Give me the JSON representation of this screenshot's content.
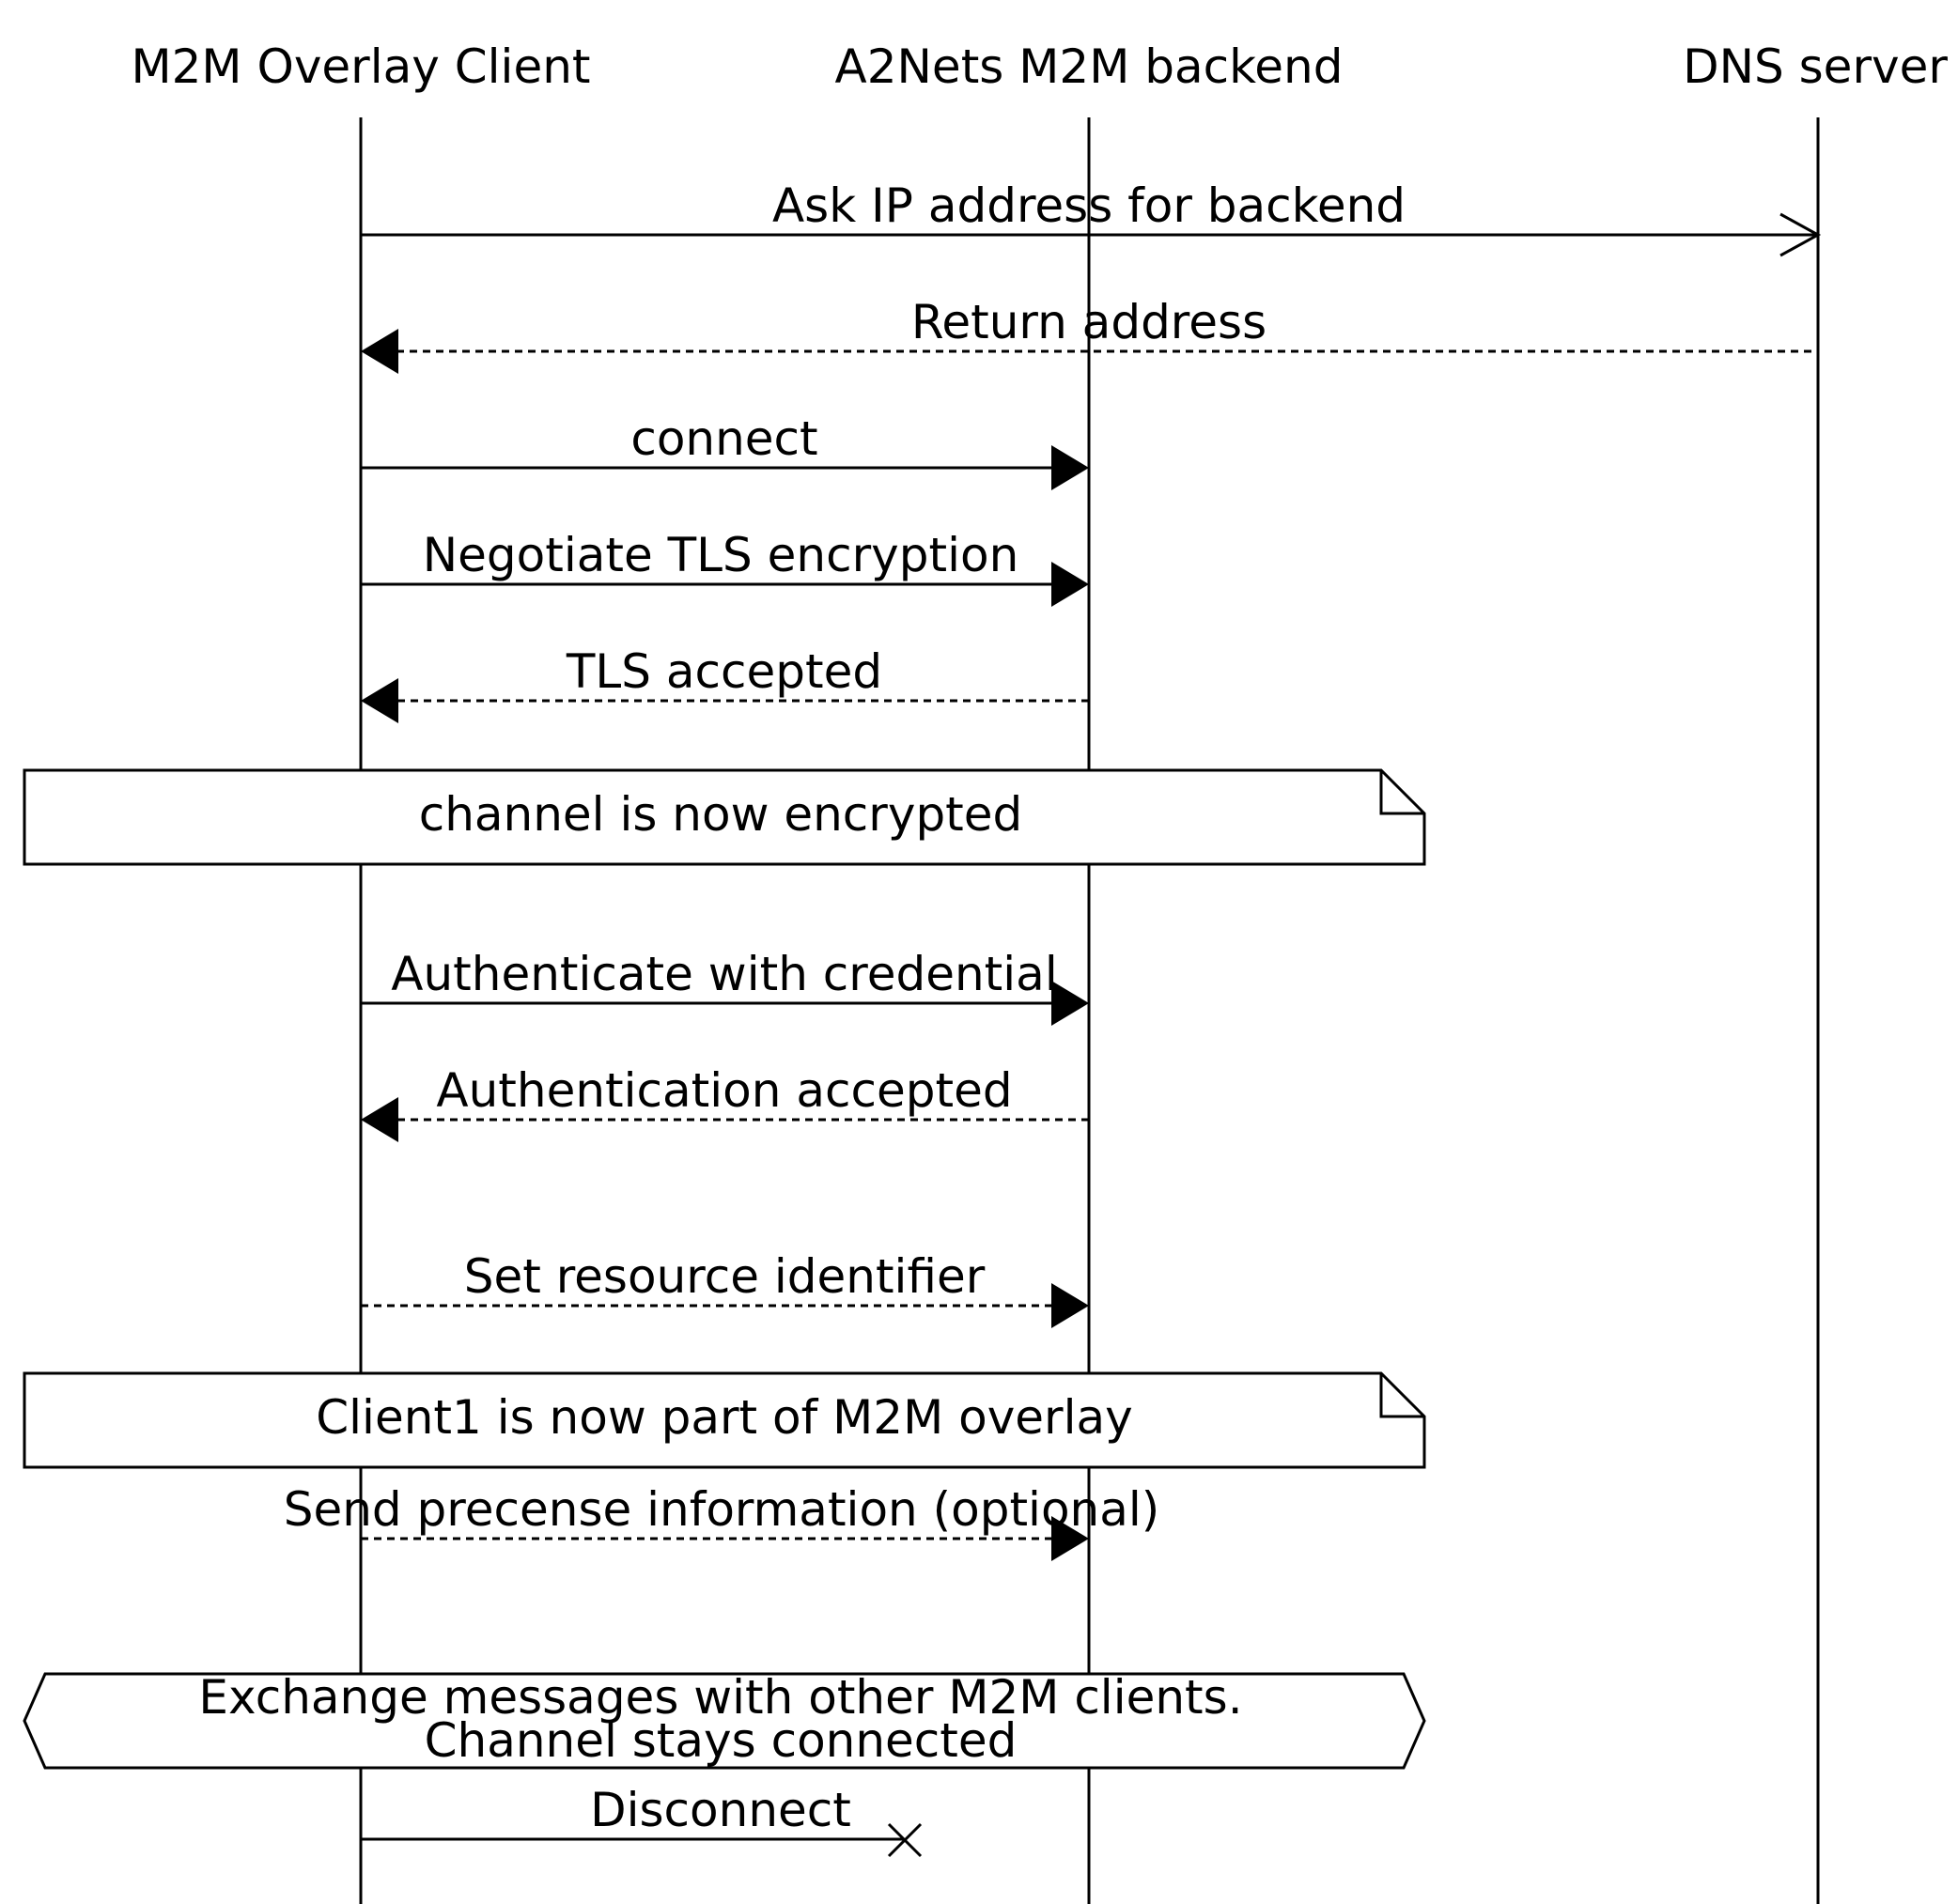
{
  "participants": [
    {
      "id": "client",
      "name": "M2M Overlay Client"
    },
    {
      "id": "backend",
      "name": "A2Nets M2M backend"
    },
    {
      "id": "dns",
      "name": "DNS server"
    }
  ],
  "messages": [
    {
      "from": "client",
      "to": "dns",
      "label": "Ask IP address for backend",
      "line": "solid",
      "arrow": "open"
    },
    {
      "from": "dns",
      "to": "client",
      "label": "Return address",
      "line": "dashed",
      "arrow": "filled"
    },
    {
      "from": "client",
      "to": "backend",
      "label": "connect",
      "line": "solid",
      "arrow": "filled"
    },
    {
      "from": "client",
      "to": "backend",
      "label": "Negotiate TLS encryption",
      "line": "solid",
      "arrow": "filled"
    },
    {
      "from": "backend",
      "to": "client",
      "label": "TLS accepted",
      "line": "dashed",
      "arrow": "filled"
    },
    {
      "from": "client",
      "to": "backend",
      "label": "Authenticate with credential",
      "line": "solid",
      "arrow": "filled"
    },
    {
      "from": "backend",
      "to": "client",
      "label": "Authentication accepted",
      "line": "dashed",
      "arrow": "filled"
    },
    {
      "from": "client",
      "to": "backend",
      "label": "Set resource identifier",
      "line": "dashed",
      "arrow": "filled"
    },
    {
      "from": "client",
      "to": "backend",
      "label": "Send precense information (optional)",
      "line": "dashed",
      "arrow": "filled"
    },
    {
      "from": "client",
      "to": "backend",
      "label": "Disconnect",
      "line": "solid",
      "arrow": "lost"
    }
  ],
  "notes": [
    {
      "label": "channel is now encrypted"
    },
    {
      "label": "Client1 is now part of M2M overlay"
    }
  ],
  "event": {
    "lines": [
      "Exchange messages with other M2M clients.",
      "Channel stays connected"
    ]
  }
}
